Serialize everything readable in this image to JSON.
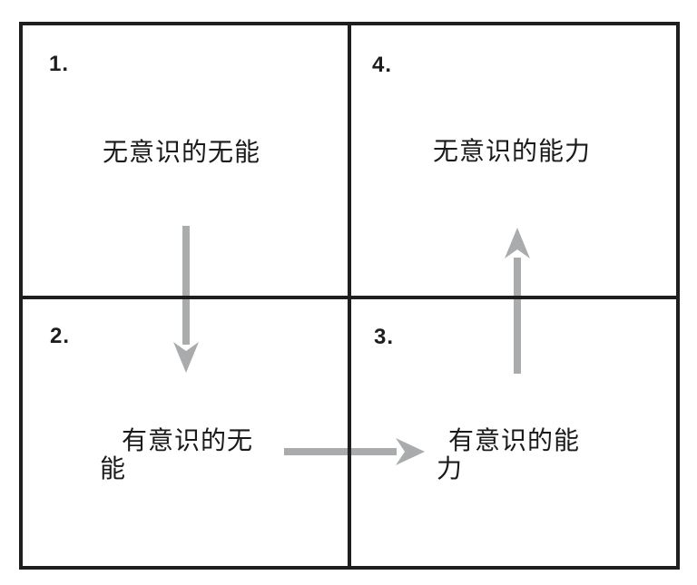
{
  "colors": {
    "background": "#ffffff",
    "border": "#1e1e1e",
    "text": "#1a1a1a",
    "arrow": "#a9abad"
  },
  "quadrants": [
    {
      "number": "1.",
      "lines": [
        "无意识的无能"
      ]
    },
    {
      "number": "2.",
      "lines": [
        "有意识的无",
        "能"
      ]
    },
    {
      "number": "3.",
      "lines": [
        "有意识的能",
        "力"
      ]
    },
    {
      "number": "4.",
      "lines": [
        "无意识的能力"
      ]
    }
  ],
  "arrows": [
    {
      "name": "down-arrow",
      "direction": "down"
    },
    {
      "name": "right-arrow",
      "direction": "right"
    },
    {
      "name": "up-arrow",
      "direction": "up"
    }
  ]
}
